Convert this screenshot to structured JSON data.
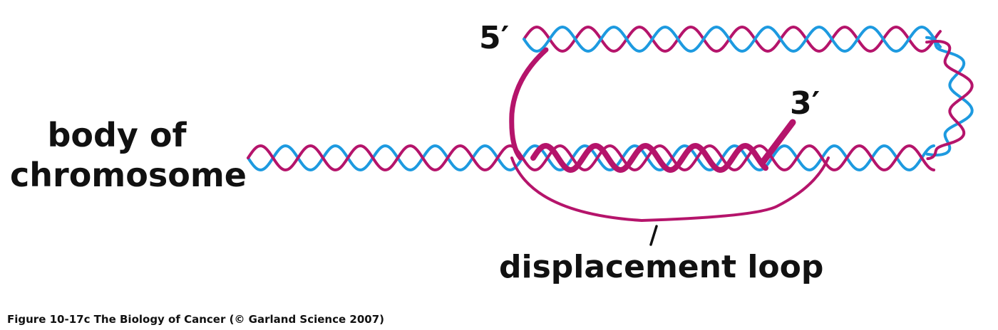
{
  "labels": {
    "body_of_chromosome_line1": "body of",
    "body_of_chromosome_line2": "chromosome",
    "five_prime": "5′",
    "three_prime": "3′",
    "displacement_loop": "displacement loop"
  },
  "caption": "Figure 10-17c  The Biology of Cancer (© Garland Science 2007)",
  "colors": {
    "strand_magenta": "#b5146b",
    "strand_blue": "#1d9ae0",
    "text": "#111111"
  }
}
